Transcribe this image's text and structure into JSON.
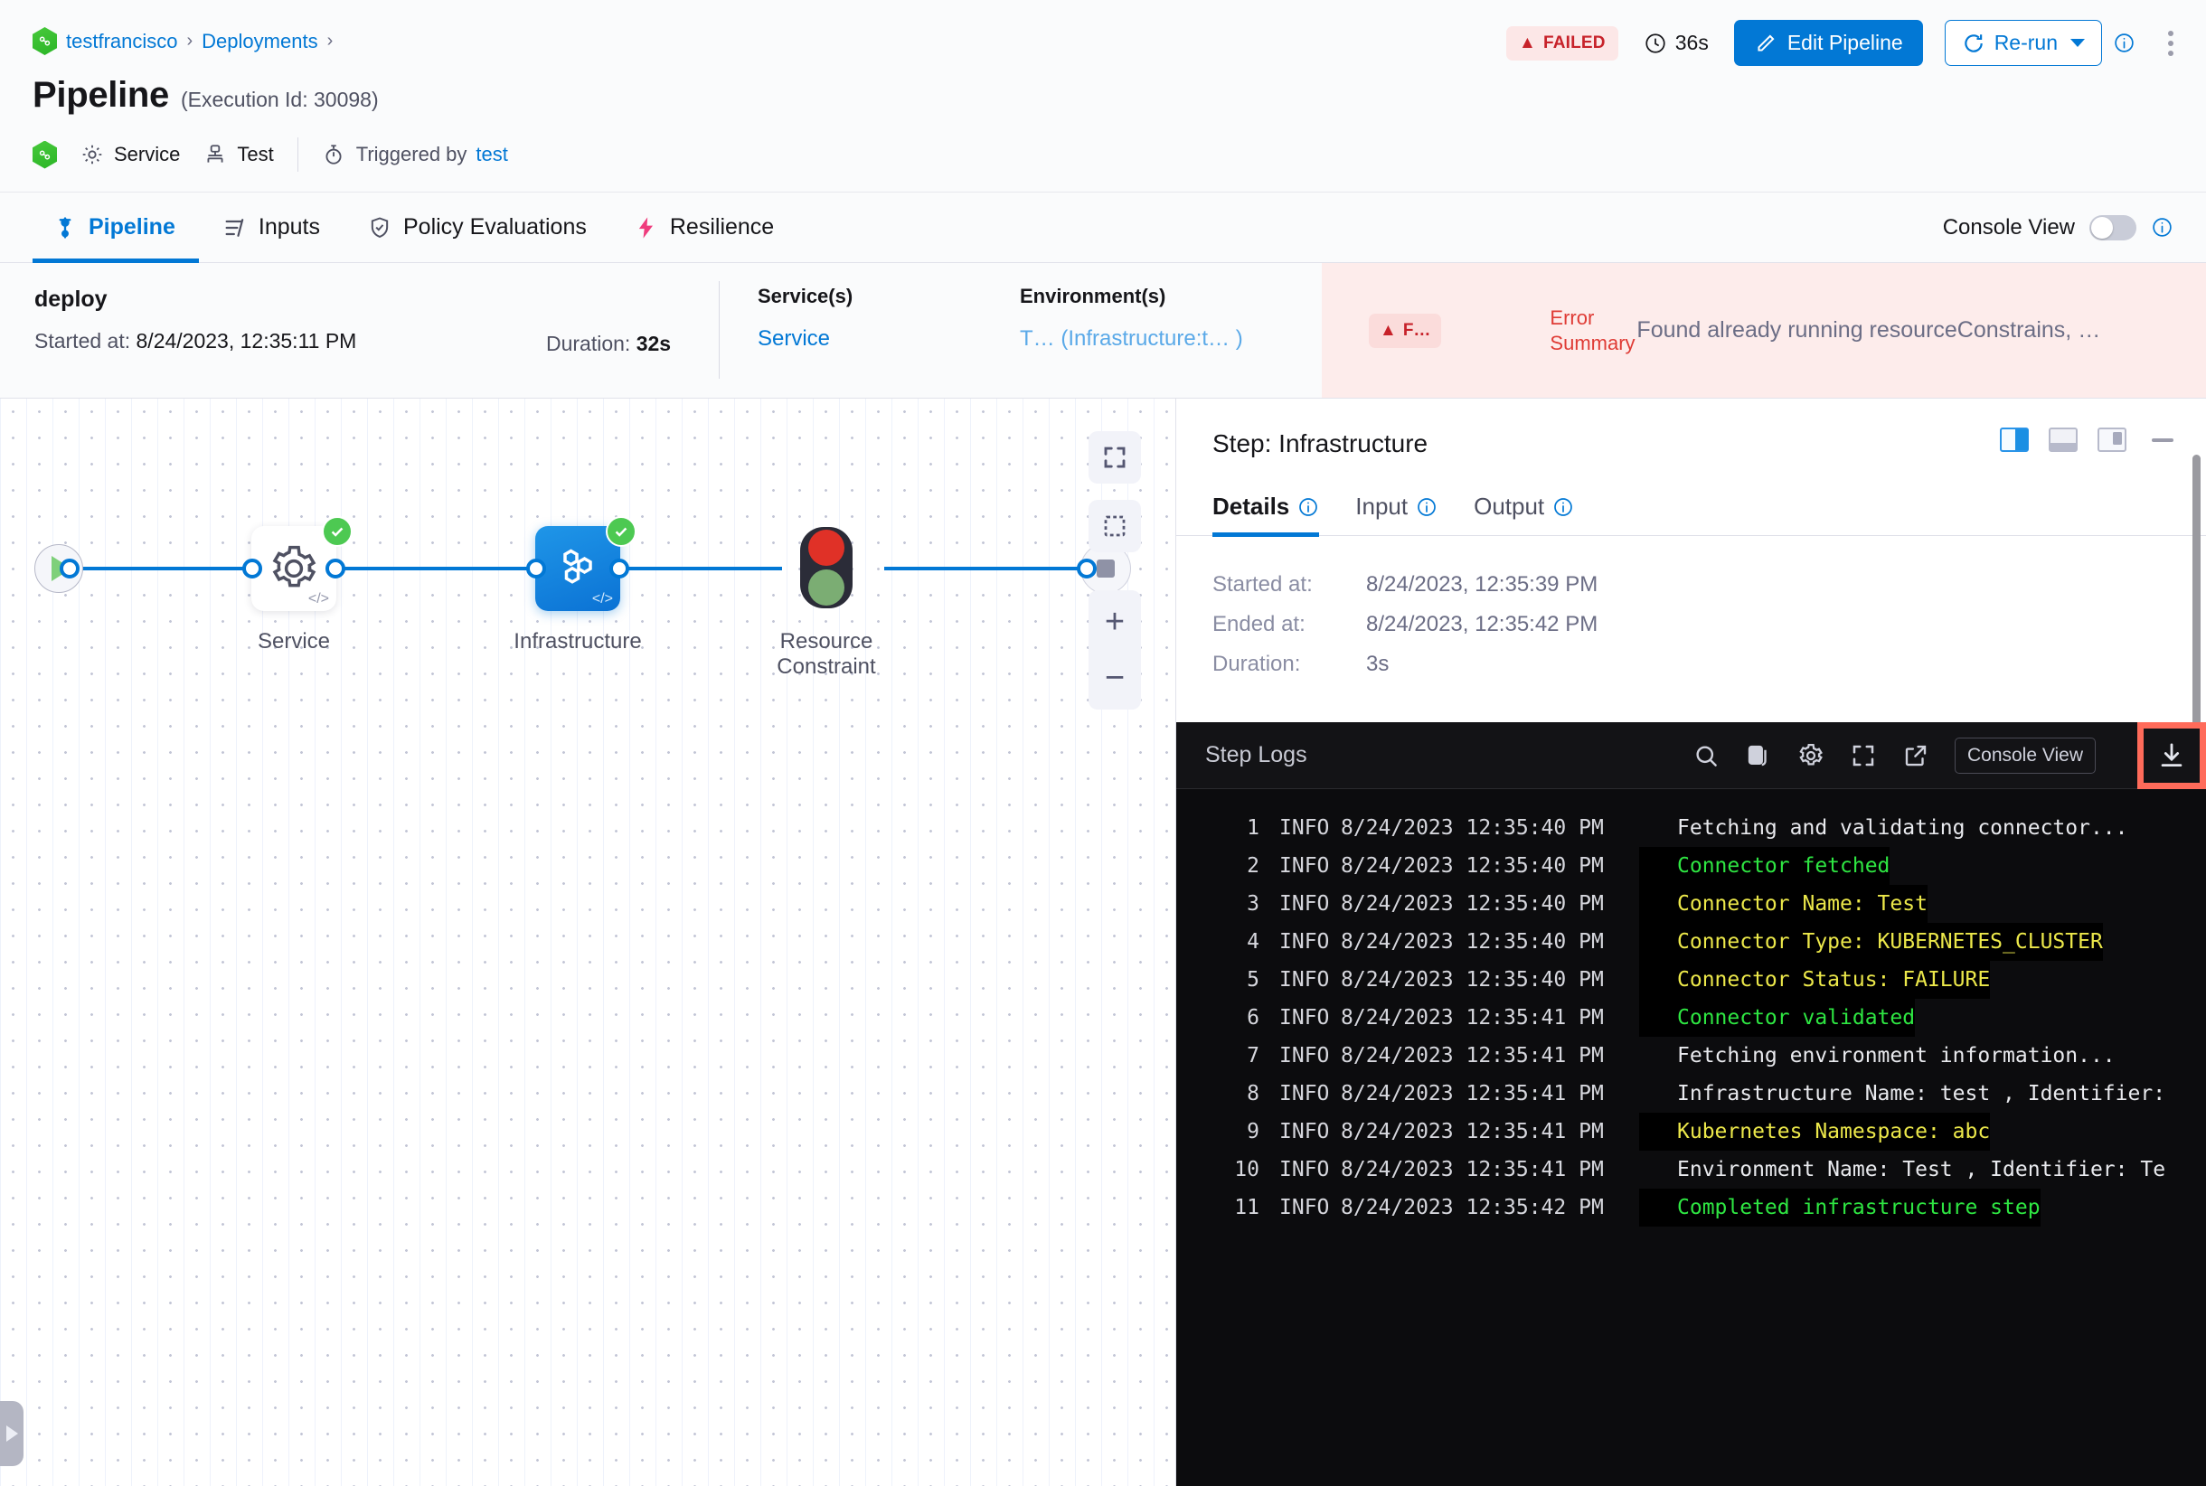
{
  "header": {
    "breadcrumb": [
      {
        "label": "testfrancisco",
        "icon": "harness-logo-icon"
      },
      {
        "label": "Deployments"
      }
    ],
    "title": "Pipeline",
    "execution_id_label": "(Execution Id: 30098)",
    "meta": [
      {
        "icon": "gear-icon",
        "label": "Service"
      },
      {
        "icon": "infrastructure-icon",
        "label": "Test"
      }
    ],
    "triggered_by_label": "Triggered by",
    "triggered_by_user": "test",
    "status_badge": "FAILED",
    "duration": "36s",
    "edit_pipeline_label": "Edit Pipeline",
    "rerun_label": "Re-run"
  },
  "tabs": [
    {
      "label": "Pipeline",
      "icon": "pipeline-icon",
      "active": true
    },
    {
      "label": "Inputs",
      "icon": "inputs-icon",
      "active": false
    },
    {
      "label": "Policy Evaluations",
      "icon": "shield-check-icon",
      "active": false
    },
    {
      "label": "Resilience",
      "icon": "resilience-icon",
      "active": false
    }
  ],
  "console_view": {
    "label": "Console View",
    "enabled": false
  },
  "stage": {
    "name": "deploy",
    "started_label": "Started at:",
    "started_value": "8/24/2023, 12:35:11 PM",
    "duration_label": "Duration:",
    "duration_value": "32s",
    "services_caption": "Service(s)",
    "services_value": "Service",
    "environments_caption": "Environment(s)",
    "environments_value": "T… (Infrastructure:t… )",
    "failed_chip": "F…",
    "error_summary_label": "Error Summary",
    "error_summary_text": "Found already running resourceConstrains, …"
  },
  "graph": {
    "nodes": [
      {
        "name": "start",
        "label": "",
        "type": "start"
      },
      {
        "name": "Service",
        "label": "Service",
        "type": "step",
        "status": "success",
        "selected": false
      },
      {
        "name": "Infrastructure",
        "label": "Infrastructure",
        "type": "step",
        "status": "success",
        "selected": true
      },
      {
        "name": "Resource Constraint",
        "label": "Resource\nConstraint",
        "type": "resource-constraint"
      },
      {
        "name": "end",
        "label": "",
        "type": "end"
      }
    ],
    "resource_constraint_line1": "Resource",
    "resource_constraint_line2": "Constraint",
    "zoom_in": "+",
    "zoom_out": "−"
  },
  "detail": {
    "step_title": "Step: Infrastructure",
    "tabs": [
      {
        "label": "Details",
        "active": true
      },
      {
        "label": "Input",
        "active": false
      },
      {
        "label": "Output",
        "active": false
      }
    ],
    "fields": [
      {
        "key": "Started at:",
        "value": "8/24/2023, 12:35:39 PM"
      },
      {
        "key": "Ended at:",
        "value": "8/24/2023, 12:35:42 PM"
      },
      {
        "key": "Duration:",
        "value": "3s"
      }
    ]
  },
  "logs": {
    "title": "Step Logs",
    "console_view_button": "Console View",
    "tools": [
      "search-icon",
      "copy-icon",
      "gear-icon",
      "expand-icon",
      "open-external-icon"
    ],
    "download_icon": "download-icon",
    "download_highlighted": true,
    "lines": [
      {
        "n": "1",
        "level": "INFO",
        "time": "8/24/2023 12:35:40 PM",
        "msg": "Fetching and validating connector...",
        "color": "white"
      },
      {
        "n": "2",
        "level": "INFO",
        "time": "8/24/2023 12:35:40 PM",
        "msg": "Connector fetched",
        "color": "green"
      },
      {
        "n": "3",
        "level": "INFO",
        "time": "8/24/2023 12:35:40 PM",
        "msg": "Connector Name: Test",
        "color": "yellow"
      },
      {
        "n": "4",
        "level": "INFO",
        "time": "8/24/2023 12:35:40 PM",
        "msg": "Connector Type: KUBERNETES_CLUSTER",
        "color": "yellow"
      },
      {
        "n": "5",
        "level": "INFO",
        "time": "8/24/2023 12:35:40 PM",
        "msg": "Connector Status: FAILURE",
        "color": "yellow"
      },
      {
        "n": "6",
        "level": "INFO",
        "time": "8/24/2023 12:35:41 PM",
        "msg": "Connector validated",
        "color": "green"
      },
      {
        "n": "7",
        "level": "INFO",
        "time": "8/24/2023 12:35:41 PM",
        "msg": "Fetching environment information...",
        "color": "white"
      },
      {
        "n": "8",
        "level": "INFO",
        "time": "8/24/2023 12:35:41 PM",
        "msg": "Infrastructure Name: test , Identifier:",
        "color": "white"
      },
      {
        "n": "9",
        "level": "INFO",
        "time": "8/24/2023 12:35:41 PM",
        "msg": "Kubernetes Namespace: abc",
        "color": "yellow"
      },
      {
        "n": "10",
        "level": "INFO",
        "time": "8/24/2023 12:35:41 PM",
        "msg": "Environment Name: Test , Identifier: Te",
        "color": "white"
      },
      {
        "n": "11",
        "level": "INFO",
        "time": "8/24/2023 12:35:42 PM",
        "msg": "Completed infrastructure step",
        "color": "green"
      }
    ]
  },
  "colors": {
    "accent": "#0278d5",
    "danger": "#c7222a",
    "success": "#4dc952",
    "highlight": "#ff6b5a"
  }
}
